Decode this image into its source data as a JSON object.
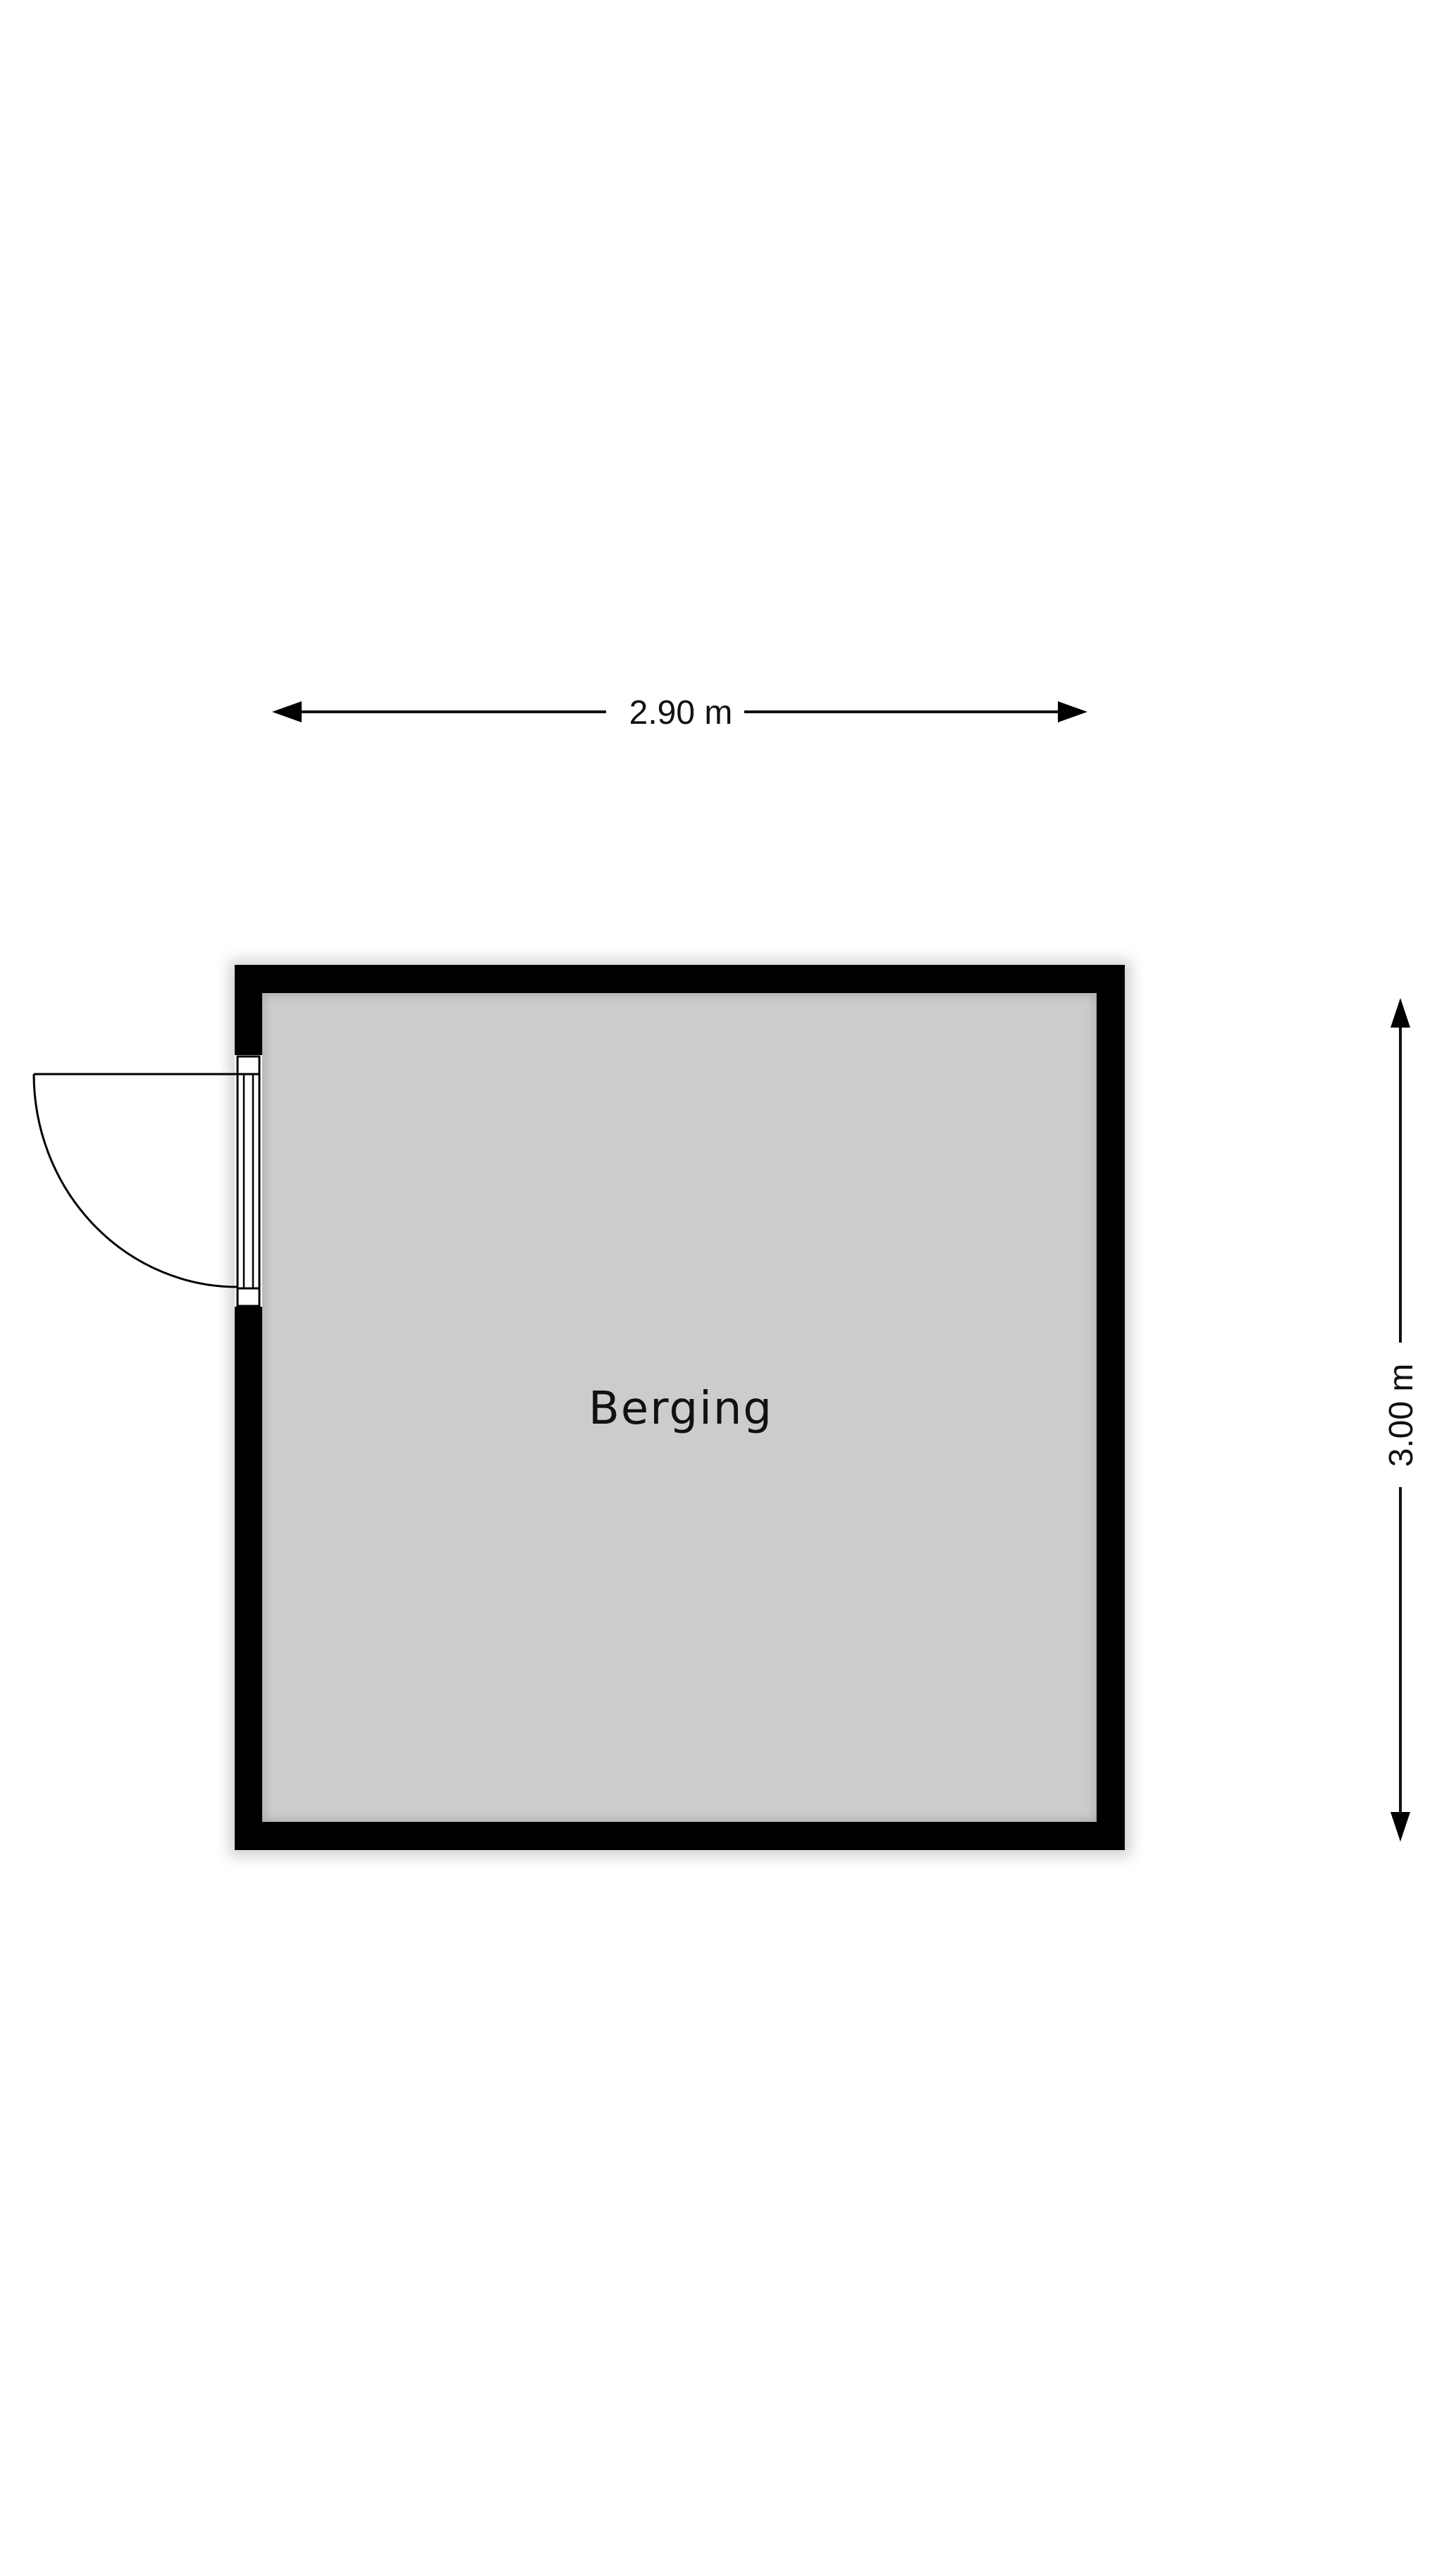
{
  "floorplan": {
    "room": {
      "name": "Berging",
      "floor_color": "#cccccc",
      "wall_color": "#000000"
    },
    "dimensions": {
      "width_label": "2.90 m",
      "height_label": "3.00 m"
    },
    "door": {
      "type": "single-swing",
      "wall": "left"
    }
  }
}
